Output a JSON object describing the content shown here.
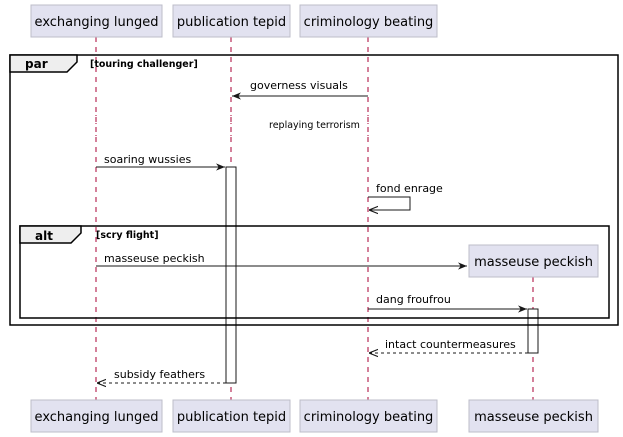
{
  "participants": [
    {
      "id": "exchanging",
      "label": "exchanging lunged"
    },
    {
      "id": "publication",
      "label": "publication tepid"
    },
    {
      "id": "criminology",
      "label": "criminology beating"
    },
    {
      "id": "masseuse",
      "label": "masseuse peckish"
    }
  ],
  "fragments": {
    "par": {
      "keyword": "par",
      "condition": "[touring challenger]"
    },
    "alt": {
      "keyword": "alt",
      "condition": "[scry flight]"
    }
  },
  "messages": [
    {
      "label": "governess visuals",
      "from": "criminology",
      "to": "publication",
      "style": "solid"
    },
    {
      "label": "replaying terrorism",
      "type": "delay"
    },
    {
      "label": "soaring wussies",
      "from": "exchanging",
      "to": "publication",
      "style": "solid"
    },
    {
      "label": "fond enrage",
      "from": "criminology",
      "to": "criminology",
      "style": "self"
    },
    {
      "label": "masseuse peckish",
      "from": "exchanging",
      "to": "masseuse",
      "style": "create"
    },
    {
      "label": "dang froufrou",
      "from": "criminology",
      "to": "masseuse",
      "style": "solid"
    },
    {
      "label": "intact countermeasures",
      "from": "masseuse",
      "to": "criminology",
      "style": "dashed"
    },
    {
      "label": "subsidy feathers",
      "from": "publication",
      "to": "exchanging",
      "style": "dashed"
    }
  ],
  "colors": {
    "participant_fill": "#E2E2F0",
    "participant_border": "#BDBDC9",
    "lifeline": "#A80036",
    "line": "#181818"
  }
}
